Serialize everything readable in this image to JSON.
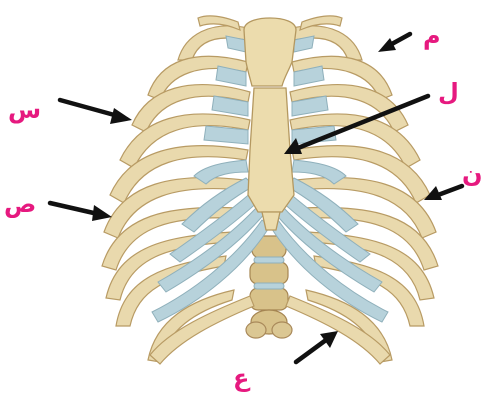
{
  "diagram": {
    "labels": {
      "meem": "م",
      "seen": "س",
      "lam": "ل",
      "sad": "ص",
      "noon": "ن",
      "ain": "ع"
    }
  }
}
